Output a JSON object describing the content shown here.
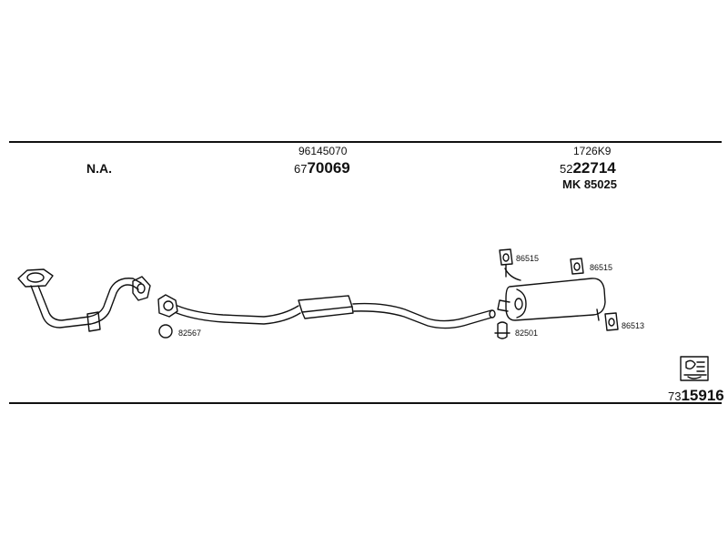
{
  "header": {
    "left_label": "N.A.",
    "center_small": "96145070",
    "center_prefix": "67",
    "center_main": "70069",
    "right_small": "1726K9",
    "right_prefix": "52",
    "right_main": "22714",
    "right_mk": "MK 85025"
  },
  "parts": {
    "gasket_front": "82567",
    "clamp": "82501",
    "mount_upper_left": "86515",
    "mount_upper_right": "86515",
    "mount_lower": "86513"
  },
  "footer": {
    "prefix": "73",
    "number": "15916"
  },
  "style": {
    "ink": "#111111",
    "paper": "#ffffff"
  }
}
